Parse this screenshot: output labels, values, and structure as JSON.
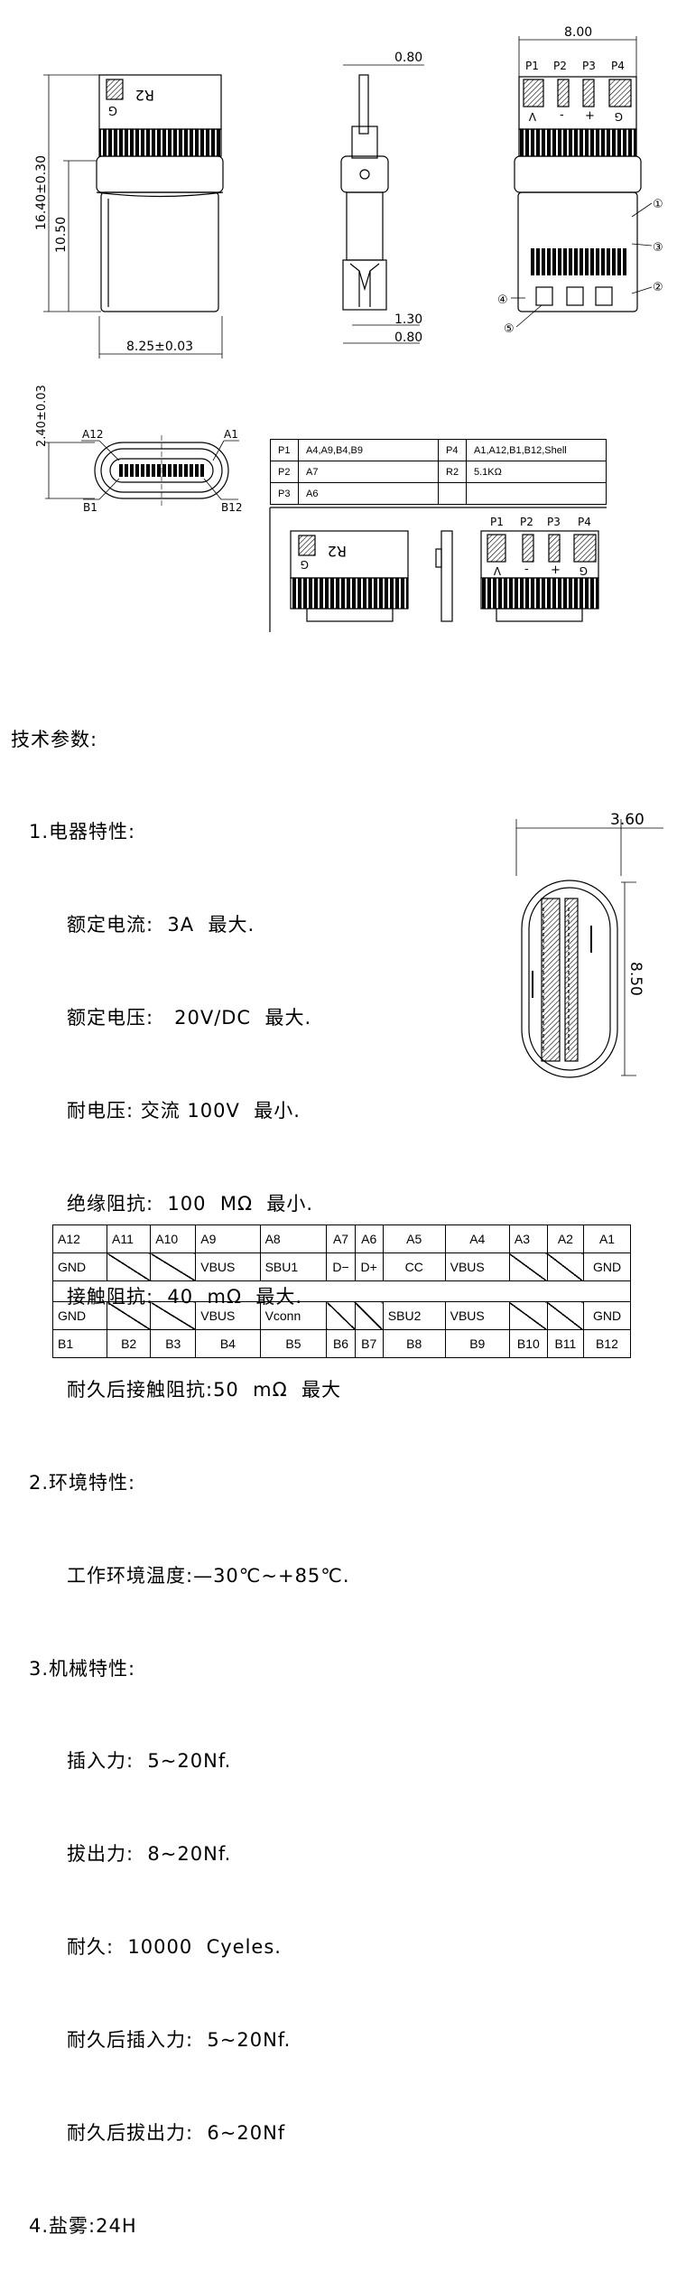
{
  "dimensions": {
    "height_total": "16.40±0.30",
    "height_body": "10.50",
    "width_body": "8.25±0.03",
    "thickness_side": "0.80",
    "lower_width": "1.30",
    "lower_thick": "0.80",
    "width_back": "8.00",
    "face_height": "2.40±0.03",
    "side_width": "3.60",
    "side_height": "8.50"
  },
  "pcb_label": "R2",
  "pads": [
    "P1",
    "P2",
    "P3",
    "P4"
  ],
  "pad_marks": [
    "V",
    "-",
    "+",
    "G"
  ],
  "pad_mark_left": "G",
  "callouts": [
    "①",
    "②",
    "③",
    "④",
    "⑤"
  ],
  "face_labels": {
    "a12": "A12",
    "a1": "A1",
    "b1": "B1",
    "b12": "B12"
  },
  "pin_assign": [
    [
      "P1",
      "A4,A9,B4,B9",
      "P4",
      "A1,A12,B1,B12,Shell"
    ],
    [
      "P2",
      "A7",
      "R2",
      "5.1KΩ"
    ],
    [
      "P3",
      "A6",
      "",
      ""
    ]
  ],
  "specs": [
    {
      "level": 0,
      "text": "技术参数:"
    },
    {
      "level": 1,
      "text": "1.电器特性:"
    },
    {
      "level": 2,
      "text": "额定电流:  3A  最大."
    },
    {
      "level": 2,
      "text": "额定电压:   20V/DC  最大."
    },
    {
      "level": 2,
      "text": "耐电压: 交流 100V  最小."
    },
    {
      "level": 2,
      "text": "绝缘阻抗:  100  MΩ  最小."
    },
    {
      "level": 2,
      "text": "接触阻抗:  40  mΩ  最大."
    },
    {
      "level": 2,
      "text": "耐久后接触阻抗:50  mΩ  最大"
    },
    {
      "level": 1,
      "text": "2.环境特性:"
    },
    {
      "level": 2,
      "text": "工作环境温度:—30℃~+85℃."
    },
    {
      "level": 1,
      "text": "3.机械特性:"
    },
    {
      "level": 2,
      "text": "插入力:  5~20Nf."
    },
    {
      "level": 2,
      "text": "拔出力:  8~20Nf."
    },
    {
      "level": 2,
      "text": "耐久:  10000  Cyeles."
    },
    {
      "level": 2,
      "text": "耐久后插入力:  5~20Nf."
    },
    {
      "level": 2,
      "text": "耐久后拔出力:  6~20Nf"
    },
    {
      "level": 1,
      "text": "4.盐雾:24H"
    }
  ],
  "pin_table": {
    "top_pins": [
      "A12",
      "A11",
      "A10",
      "A9",
      "A8",
      "A7",
      "A6",
      "A5",
      "A4",
      "A3",
      "A2",
      "A1"
    ],
    "top_signals": [
      "GND",
      "",
      "",
      "VBUS",
      "SBU1",
      "D−",
      "D+",
      "CC",
      "VBUS",
      "",
      "",
      "GND"
    ],
    "bottom_signals": [
      "GND",
      "",
      "",
      "VBUS",
      "Vconn",
      "",
      "",
      "SBU2",
      "VBUS",
      "",
      "",
      "GND"
    ],
    "bottom_pins": [
      "B1",
      "B2",
      "B3",
      "B4",
      "B5",
      "B6",
      "B7",
      "B8",
      "B9",
      "B10",
      "B11",
      "B12"
    ]
  }
}
